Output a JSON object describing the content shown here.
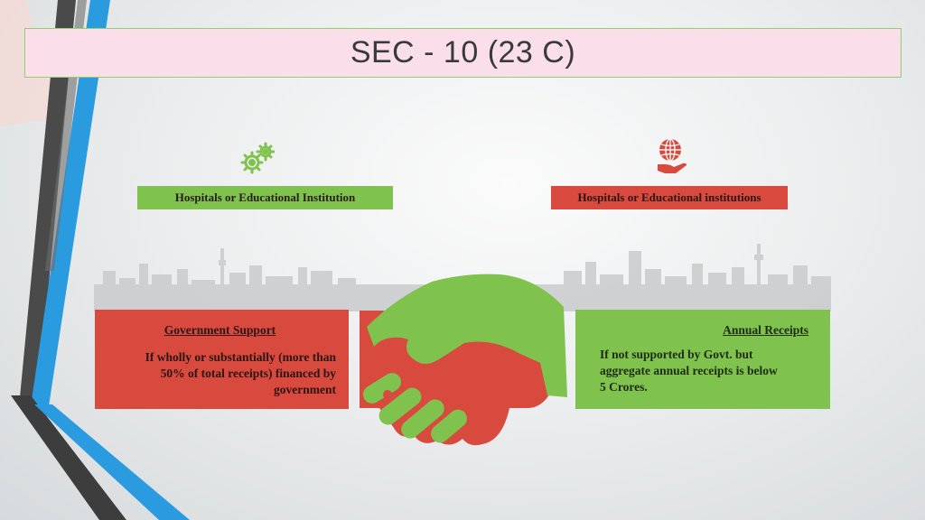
{
  "title": "SEC - 10 (23 C)",
  "icons": {
    "left": "gears-icon",
    "right": "globe-in-hand-icon",
    "center": "handshake-icon"
  },
  "colors": {
    "green": "#7fc24d",
    "red": "#d84a3d",
    "title_bg": "#fadfea"
  },
  "labels": {
    "left": "Hospitals or Educational Institution",
    "right": "Hospitals or Educational institutions"
  },
  "cards": {
    "left": {
      "heading": "Government Support",
      "line1": "If wholly or substantially  (more than",
      "line2": "50% of total receipts) financed by",
      "line3": "government"
    },
    "right": {
      "heading": "Annual Receipts",
      "line1": "If not supported by Govt. but",
      "line2": "aggregate annual receipts is below",
      "line3": "5 Crores."
    }
  }
}
